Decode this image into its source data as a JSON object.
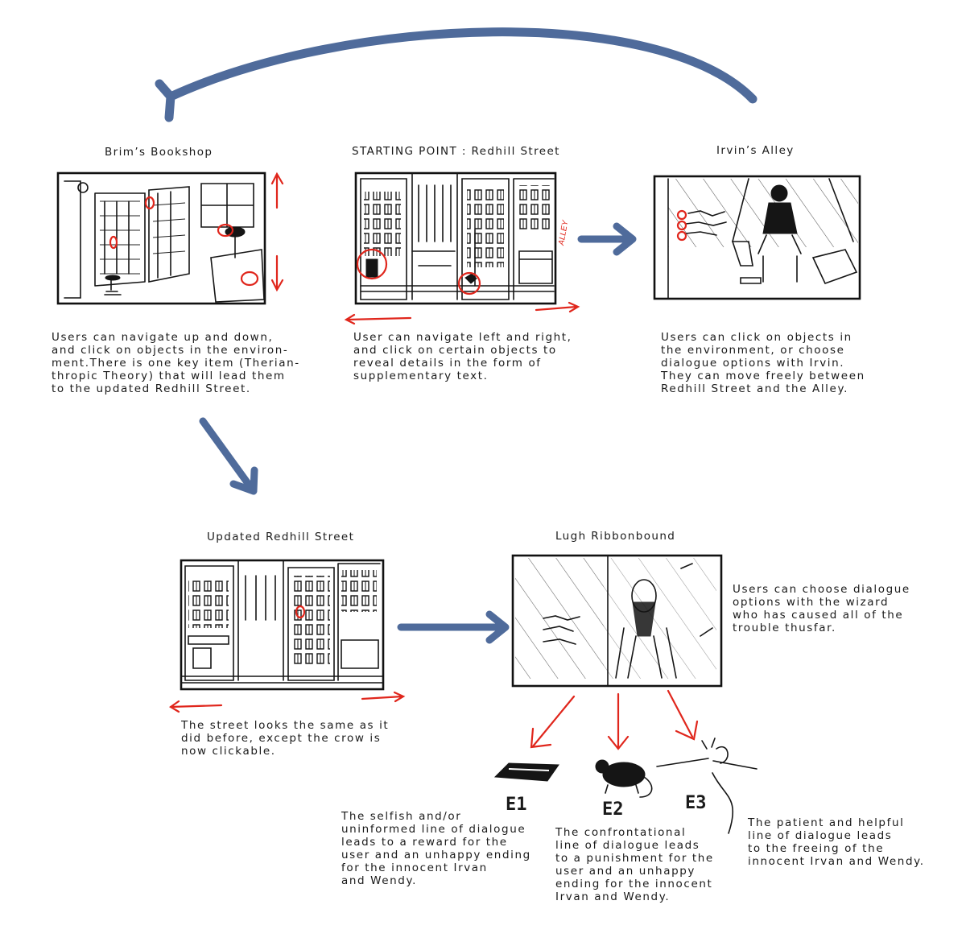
{
  "panels": {
    "bookshop": {
      "title": "Brim’s Bookshop",
      "desc": [
        "Users can navigate up and down,",
        "and click on objects in the environ-",
        "ment.There is one key item (Therian-",
        "thropic Theory) that will lead them",
        "to the updated Redhill Street."
      ]
    },
    "start": {
      "title": "STARTING POINT : Redhill Street",
      "sign": "ALLEY",
      "desc": [
        "User can navigate left and right,",
        "and click on certain objects to",
        "reveal details in the form of",
        "supplementary text."
      ]
    },
    "alley": {
      "title": "Irvin’s Alley",
      "desc": [
        "Users can click on objects in",
        "the environment, or choose",
        "dialogue options with Irvin.",
        "They can move freely between",
        "Redhill Street and the Alley."
      ]
    },
    "updated": {
      "title": "Updated Redhill Street",
      "desc": [
        "The street looks the same as it",
        "did before, except the crow is",
        "now clickable."
      ]
    },
    "lugh": {
      "title": "Lugh Ribbonbound",
      "desc": [
        "Users can choose dialogue",
        "options with the wizard",
        "who has caused all of the",
        "trouble thusfar."
      ]
    }
  },
  "endings": [
    {
      "label": "E1",
      "desc": [
        "The selfish and/or",
        "uninformed line of dialogue",
        "leads to a reward for the",
        "user and an unhappy ending",
        "for the innocent Irvan",
        "and Wendy."
      ]
    },
    {
      "label": "E2",
      "desc": [
        "The confrontational",
        "line of dialogue leads",
        "to a punishment for the",
        "user and an unhappy",
        "ending for the innocent",
        "Irvan and Wendy."
      ]
    },
    {
      "label": "E3",
      "desc": [
        "The patient and helpful",
        "line of dialogue leads",
        "to the freeing of the",
        "innocent Irvan and Wendy."
      ]
    }
  ],
  "colors": {
    "arrow_blue": "#4f6b9b",
    "annotation_red": "#e0261c",
    "ink": "#151515"
  },
  "icons": [
    "book-icon",
    "rat-icon",
    "broken-wand-icon",
    "crow-icon",
    "irvin-figure-icon",
    "wizard-figure-icon"
  ]
}
